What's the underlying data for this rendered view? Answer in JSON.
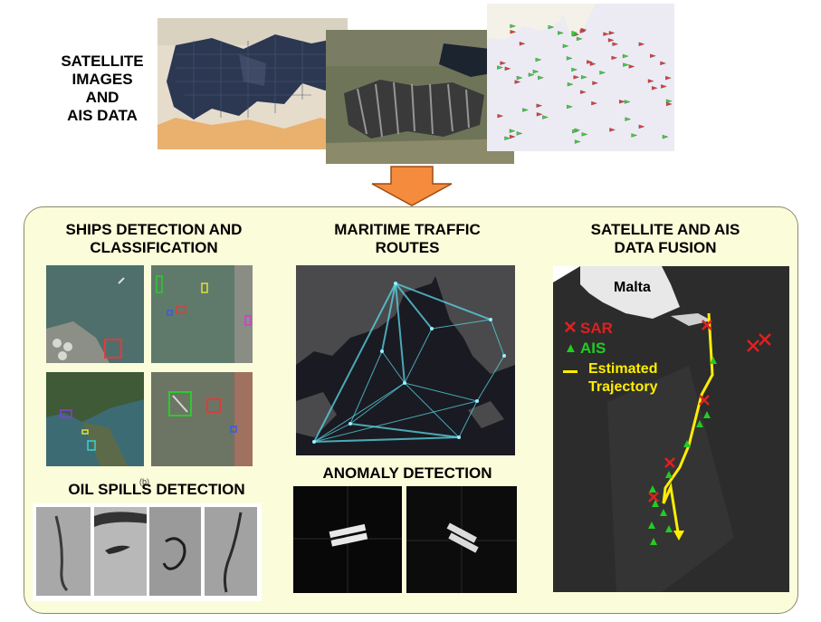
{
  "header": {
    "label_lines": [
      "SATELLITE",
      "IMAGES",
      "AND",
      "AIS DATA"
    ]
  },
  "sections": {
    "ships": {
      "title_lines": [
        "SHIPS DETECTION AND",
        "CLASSIFICATION"
      ]
    },
    "oil": {
      "title": "OIL SPILLS DETECTION",
      "marker": "(b)"
    },
    "routes": {
      "title_lines": [
        "MARITIME TRAFFIC",
        "ROUTES"
      ]
    },
    "anomaly": {
      "title": "ANOMALY DETECTION"
    },
    "fusion": {
      "title_lines": [
        "SATELLITE AND AIS",
        "DATA FUSION"
      ],
      "island_label": "Malta",
      "legend": {
        "sar": "SAR",
        "ais": "AIS",
        "trajectory_lines": [
          "Estimated",
          "Trajectory"
        ]
      }
    }
  },
  "colors": {
    "panel_bg": "#fbfcda",
    "arrow": "#f58b3c",
    "sar_cross": "#e02020",
    "ais_triangle": "#22cc22",
    "trajectory": "#ffee00",
    "route_lines": "#5ad8e6"
  }
}
